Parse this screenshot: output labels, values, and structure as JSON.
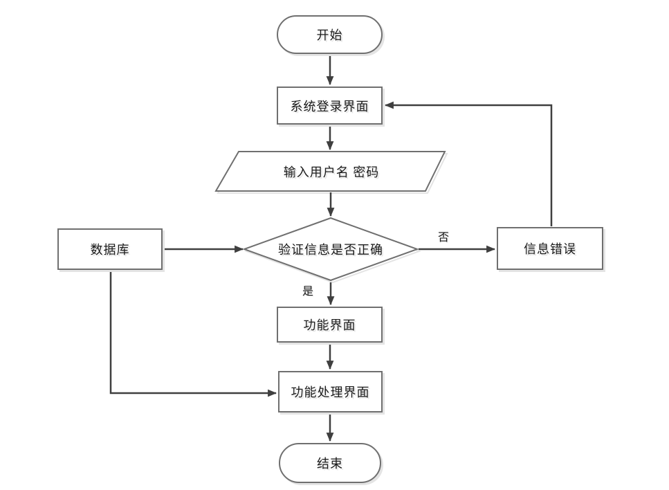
{
  "diagram": {
    "type": "flowchart",
    "background": "#ffffff",
    "colors": {
      "connector": "#3f3f3f",
      "shape_border": "#6f6f6f",
      "shape_fill": "#ffffff",
      "text": "#1a1a1a",
      "shadow": "#e4e4e4"
    },
    "nodes": {
      "start": {
        "label": "开始",
        "shape": "stadium"
      },
      "login_screen": {
        "label": "系统登录界面",
        "shape": "process"
      },
      "input_credentials": {
        "label": "输入用户名 密码",
        "shape": "io-parallelogram"
      },
      "verify_info": {
        "label": "验证信息是否正确",
        "shape": "decision"
      },
      "database": {
        "label": "数据库",
        "shape": "process"
      },
      "info_error": {
        "label": "信息错误",
        "shape": "process"
      },
      "function_screen": {
        "label": "功能界面",
        "shape": "process"
      },
      "function_processing_screen": {
        "label": "功能处理界面",
        "shape": "process"
      },
      "end": {
        "label": "结束",
        "shape": "stadium"
      }
    },
    "edge_labels": {
      "no": "否",
      "yes": "是"
    },
    "edges": [
      {
        "from": "start",
        "to": "login_screen"
      },
      {
        "from": "login_screen",
        "to": "input_credentials"
      },
      {
        "from": "input_credentials",
        "to": "verify_info"
      },
      {
        "from": "database",
        "to": "verify_info"
      },
      {
        "from": "verify_info",
        "to": "info_error",
        "label": "否"
      },
      {
        "from": "info_error",
        "to": "login_screen"
      },
      {
        "from": "verify_info",
        "to": "function_screen",
        "label": "是"
      },
      {
        "from": "function_screen",
        "to": "function_processing_screen"
      },
      {
        "from": "database",
        "to": "function_processing_screen"
      },
      {
        "from": "function_processing_screen",
        "to": "end"
      }
    ]
  }
}
